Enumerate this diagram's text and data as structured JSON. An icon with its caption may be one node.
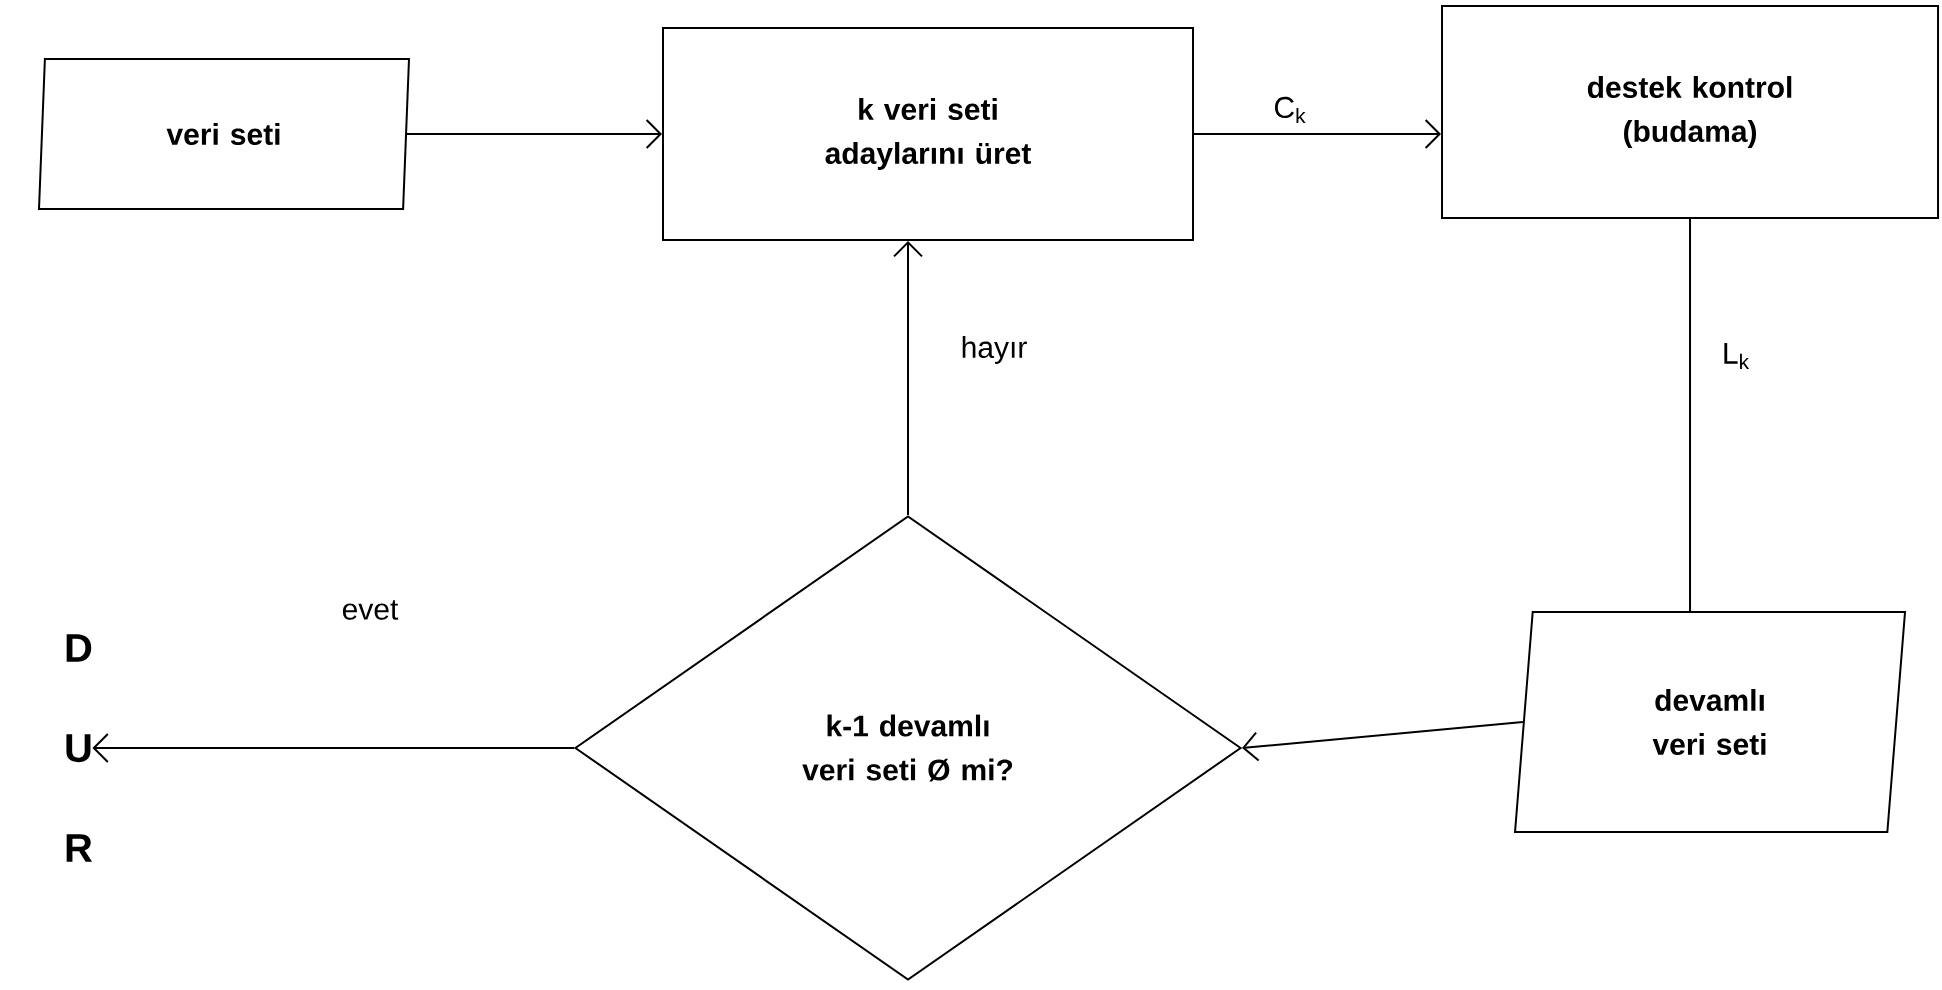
{
  "diagram": {
    "nodes": [
      {
        "text": [
          "veri seti"
        ]
      },
      {
        "text": [
          "k veri seti adaylarını üret"
        ]
      },
      {
        "text": [
          "destek kontrol (budama)"
        ]
      },
      {
        "text": [
          "devamlı veri seti"
        ]
      },
      {
        "text": [
          "k-1 devamlı veri seti Ø mi?"
        ]
      },
      {
        "text": [
          "D U R"
        ]
      }
    ],
    "edges": [
      {
        "from": 0,
        "to": 1,
        "arrow": "to"
      },
      {
        "from": 1,
        "to": 2,
        "arrow": "to",
        "label": "C$_{k}$"
      },
      {
        "from": 2,
        "to": 3,
        "arrow": "none",
        "label": "L$_{k}$"
      },
      {
        "from": 3,
        "to": 4,
        "arrow": "to"
      },
      {
        "from": 4,
        "to": 1,
        "arrow": "to",
        "label": "hayır"
      },
      {
        "from": 4,
        "to": 5,
        "arrow": "to",
        "label": "evet"
      }
    ]
  }
}
